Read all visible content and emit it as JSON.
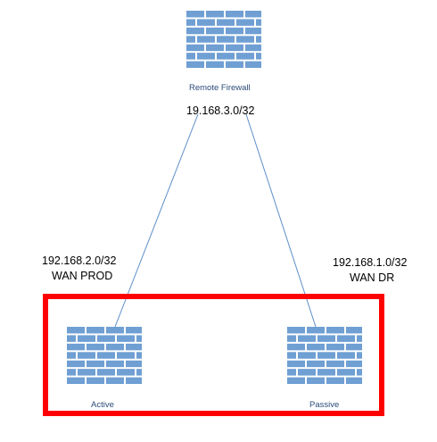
{
  "nodes": {
    "remote": {
      "label": "Remote Firewall",
      "network": "19.168.3.0/32"
    },
    "active": {
      "label": "Active"
    },
    "passive": {
      "label": "Passive"
    }
  },
  "links": {
    "prod": {
      "network": "192.168.2.0/32",
      "name": "WAN PROD"
    },
    "dr": {
      "network": "192.168.1.0/32",
      "name": "WAN DR"
    }
  },
  "colors": {
    "firewall_fill": "#6f9fd3",
    "firewall_mortar": "#ffffff",
    "link_line": "#5b8ec9",
    "highlight_border": "#ff0000",
    "node_label": "#2b4b7a"
  },
  "icons": {
    "firewall": "firewall-icon"
  }
}
